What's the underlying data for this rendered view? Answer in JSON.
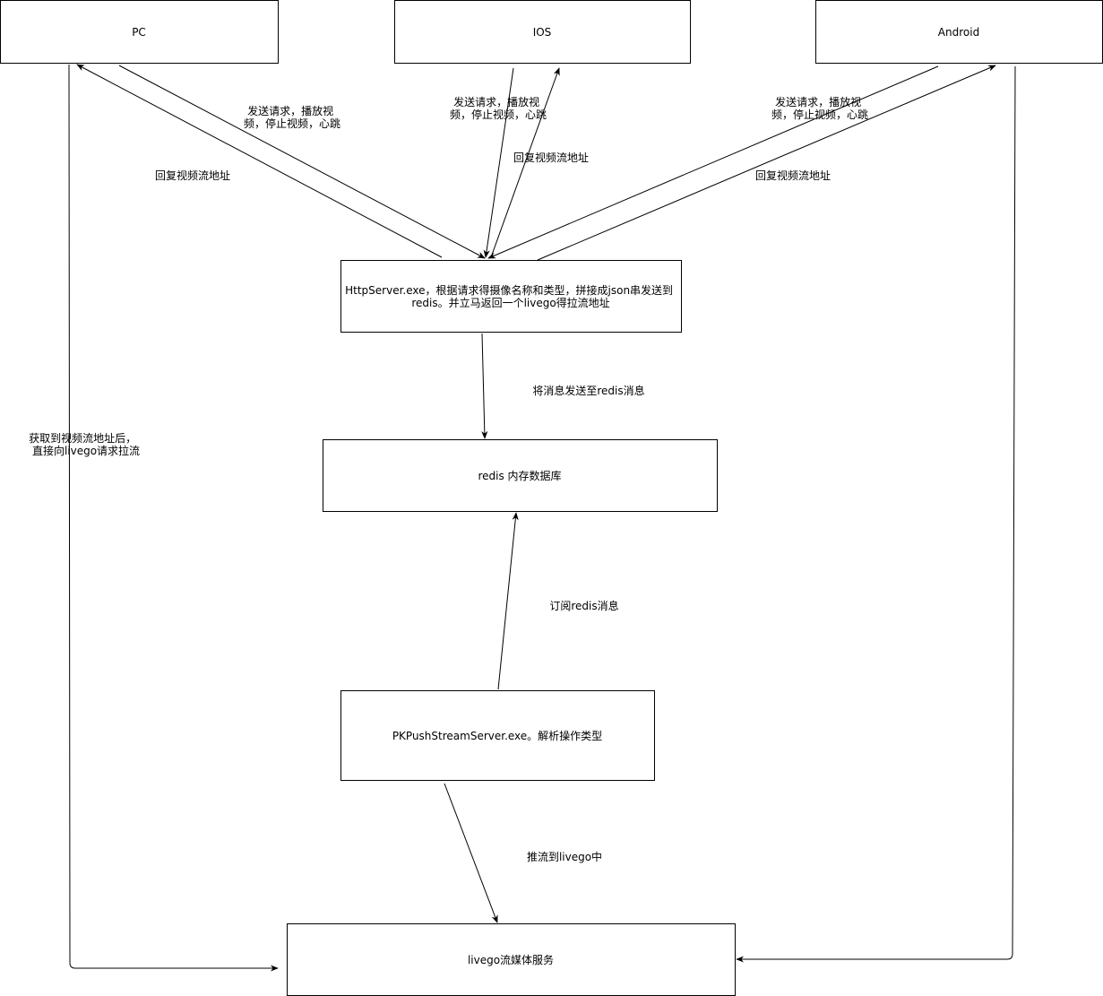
{
  "diagram": {
    "nodes": {
      "pc": "PC",
      "ios": "IOS",
      "android": "Android",
      "http_server": [
        "HttpServer.exe，根据请求得摄像名称和类型，拼接成json串发送到",
        "redis。并立马返回一个livego得拉流地址"
      ],
      "redis": "redis 内存数据库",
      "pk_server": "PKPushStreamServer.exe。解析操作类型",
      "livego": "livego流媒体服务"
    },
    "edge_labels": {
      "pc_request": [
        "发送请求，播放视",
        "频，停止视频，心跳"
      ],
      "pc_reply": "回复视频流地址",
      "ios_request": [
        "发送请求，播放视",
        "频，停止视频，心跳"
      ],
      "ios_reply": "回复视频流地址",
      "android_request": [
        "发送请求，播放视",
        "频，停止视频，心跳"
      ],
      "android_reply": "回复视频流地址",
      "to_redis": "将消息发送至redis消息",
      "subscribe": "订阅redis消息",
      "push": "推流到livego中",
      "pull": [
        "获取到视频流地址后，",
        "直接向livego请求拉流"
      ]
    }
  }
}
